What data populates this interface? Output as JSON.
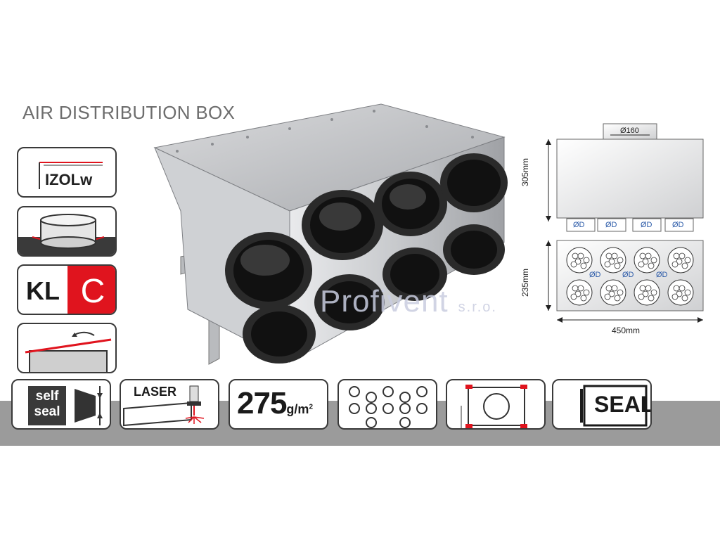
{
  "title": "AIR DISTRIBUTION BOX",
  "watermark": {
    "brand": "Profivent",
    "suffix": "s.r.o."
  },
  "icons": {
    "izol": {
      "label": "IZOLw",
      "name": "izolw-insulation-icon"
    },
    "seal_ring": {
      "name": "rubber-seal-collar-icon"
    },
    "klc": {
      "left": "KL",
      "right": "C",
      "accent": "#e0141e"
    },
    "lid": {
      "name": "removable-lid-icon"
    },
    "self_seal": {
      "line1": "self",
      "line2": "seal"
    },
    "laser": {
      "label": "LASER"
    },
    "weight": {
      "value": "275",
      "unit": "g/m",
      "exp": "2"
    },
    "outlets": {
      "name": "outlet-pattern-icon"
    },
    "spigot": {
      "name": "spigot-frame-icon"
    },
    "seal": {
      "label": "SEAL"
    }
  },
  "drawing": {
    "inlet": "Ø160",
    "height": "305mm",
    "depth": "235mm",
    "width": "450mm",
    "outlet_label": "ØD"
  },
  "colors": {
    "accent_red": "#e0141e",
    "band_gray": "#9b9b9b",
    "text_gray": "#6d6d6d"
  }
}
